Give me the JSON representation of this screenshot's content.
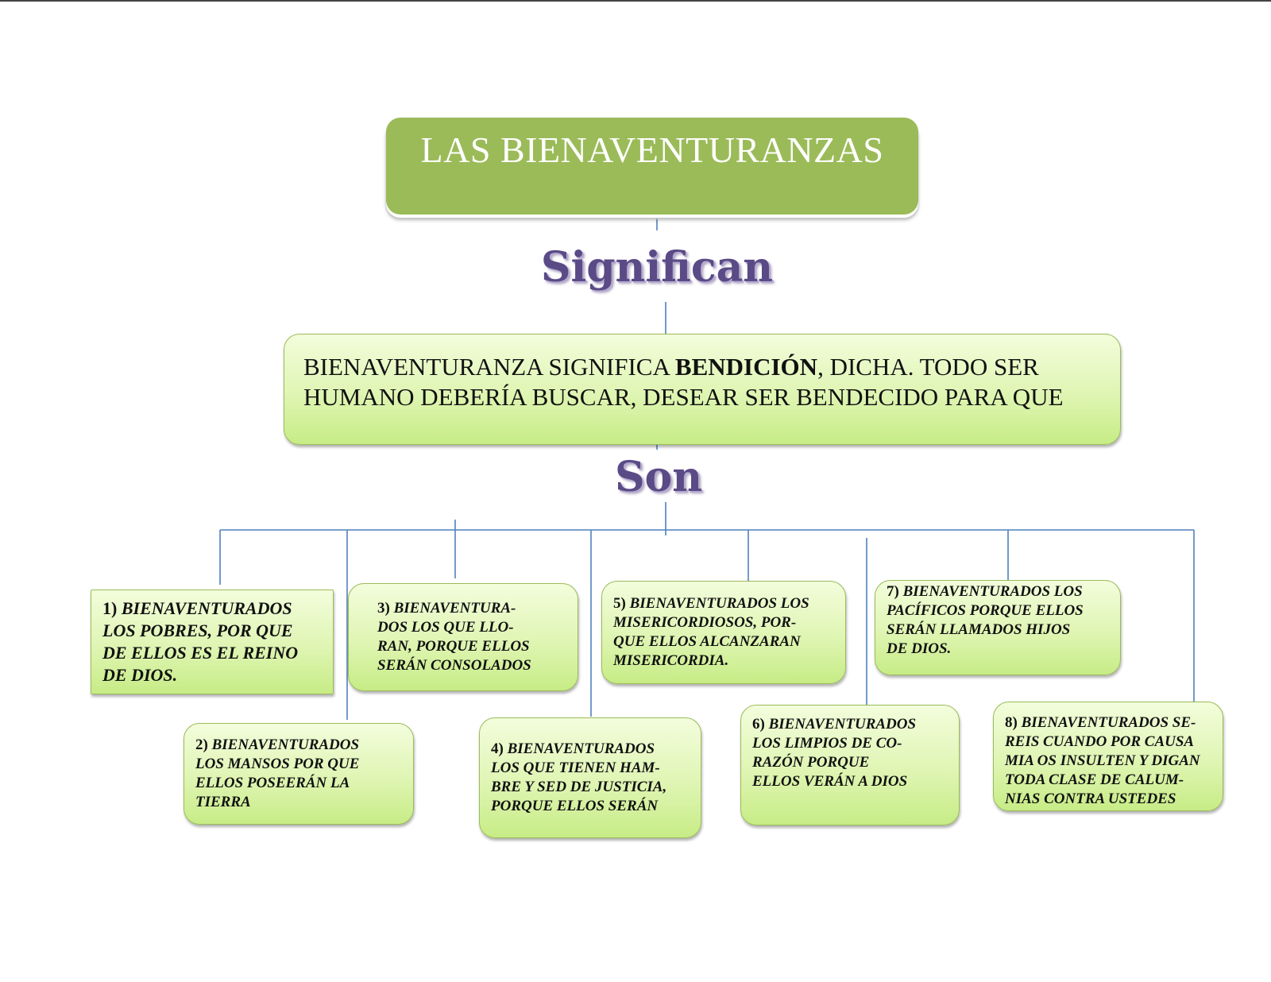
{
  "diagram": {
    "title": "LAS BIENAVENTURANZAS",
    "link1_label": "Significan",
    "definition": {
      "text_before": "BIENAVENTURANZA SIGNIFICA ",
      "text_bold": "BENDICIÓN",
      "text_after": ", DICHA. TODO SER\nHUMANO DEBERÍA BUSCAR, DESEAR SER BENDECIDO PARA QUE"
    },
    "link2_label": "Son",
    "items": [
      {
        "num": "1)",
        "text": " BIENAVENTURADOS\nLOS POBRES, POR QUE\nDE ELLOS ES EL REINO\nDE DIOS."
      },
      {
        "num": "2)",
        "text": " BIENAVENTURADOS\nLOS MANSOS POR QUE\nELLOS POSEERÁN LA\nTIERRA"
      },
      {
        "num": "3)",
        "text": " BIENAVENTURA-\nDOS LOS QUE LLO-\nRAN, PORQUE ELLOS\nSERÁN CONSOLADOS"
      },
      {
        "num": "4)",
        "text": " BIENAVENTURADOS\nLOS QUE TIENEN HAM-\nBRE Y SED DE JUSTICIA,\nPORQUE ELLOS SERÁN"
      },
      {
        "num": "5)",
        "text": " BIENAVENTURADOS LOS\nMISERICORDIOSOS, POR-\nQUE ELLOS ALCANZARAN\nMISERICORDIA."
      },
      {
        "num": "6)",
        "text": " BIENAVENTURADOS\nLOS LIMPIOS DE CO-\nRAZÓN PORQUE\nELLOS VERÁN A DIOS"
      },
      {
        "num": "7)",
        "text": " BIENAVENTURADOS LOS\nPACÍFICOS PORQUE ELLOS\nSERÁN LLAMADOS HIJOS\nDE DIOS."
      },
      {
        "num": "8)",
        "text": " BIENAVENTURADOS SE-\nREIS CUANDO POR CAUSA\nMIA OS INSULTEN Y DIGAN\nTODA CLASE DE CALUM-\nNIAS CONTRA USTEDES"
      }
    ]
  },
  "colors": {
    "title_fill": "#9bbb59",
    "box_border": "#9bbb59",
    "label_text": "#5a4a86",
    "connector": "#4f81bd"
  }
}
